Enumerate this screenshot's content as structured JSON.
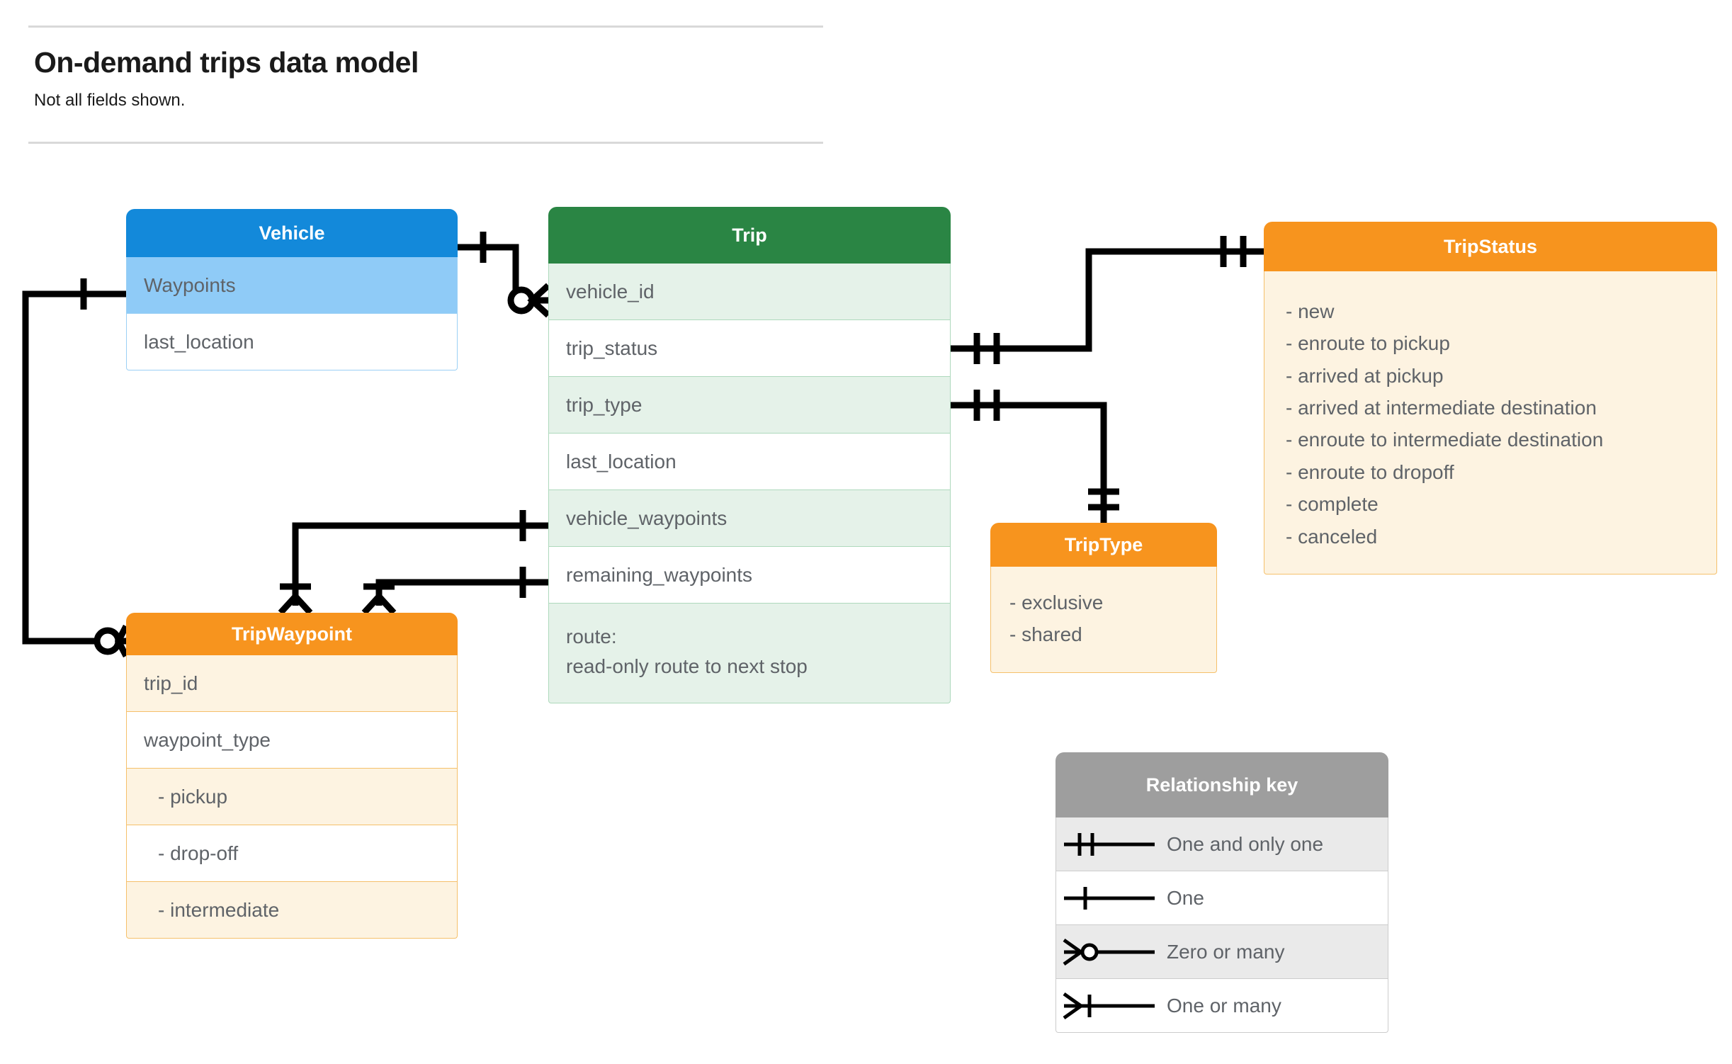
{
  "header": {
    "title": "On-demand trips data model",
    "subtitle": "Not all fields shown."
  },
  "entities": {
    "vehicle": {
      "name": "Vehicle",
      "color": "#1389da",
      "fields": [
        "Waypoints",
        "last_location"
      ]
    },
    "trip": {
      "name": "Trip",
      "color": "#2a8544",
      "fields": [
        "vehicle_id",
        "trip_status",
        "trip_type",
        "last_location",
        "vehicle_waypoints",
        "remaining_waypoints"
      ],
      "route_line1": "route:",
      "route_line2": "read-only route to next stop"
    },
    "trip_status": {
      "name": "TripStatus",
      "color": "#f7941e",
      "values": [
        "- new",
        "- enroute to pickup",
        "- arrived at pickup",
        "- arrived at intermediate destination",
        "- enroute to intermediate destination",
        "- enroute to dropoff",
        "- complete",
        "- canceled"
      ]
    },
    "trip_type": {
      "name": "TripType",
      "color": "#f7941e",
      "values": [
        "- exclusive",
        "- shared"
      ]
    },
    "trip_waypoint": {
      "name": "TripWaypoint",
      "color": "#f7941e",
      "fields": [
        "trip_id",
        "waypoint_type"
      ],
      "waypoint_types": [
        "-  pickup",
        "-  drop-off",
        "-  intermediate"
      ]
    }
  },
  "legend": {
    "title": "Relationship key",
    "items": [
      {
        "label": "One and only one",
        "symbol": "one-and-only-one-symbol"
      },
      {
        "label": "One",
        "symbol": "one-symbol"
      },
      {
        "label": "Zero or many",
        "symbol": "zero-or-many-symbol"
      },
      {
        "label": "One or many",
        "symbol": "one-or-many-symbol"
      }
    ]
  },
  "relationships": [
    {
      "from": "Vehicle",
      "from_card": "one",
      "to": "Trip.vehicle_id",
      "to_card": "zero or many"
    },
    {
      "from": "Vehicle.Waypoints",
      "from_card": "one",
      "to": "TripWaypoint",
      "to_card": "zero or many"
    },
    {
      "from": "Trip.trip_status",
      "from_card": "one and only one",
      "to": "TripStatus",
      "to_card": "one and only one"
    },
    {
      "from": "Trip.trip_type",
      "from_card": "one and only one",
      "to": "TripType",
      "to_card": "one and only one"
    },
    {
      "from": "Trip.vehicle_waypoints",
      "from_card": "one",
      "to": "TripWaypoint",
      "to_card": "one or many"
    },
    {
      "from": "Trip.remaining_waypoints",
      "from_card": "one",
      "to": "TripWaypoint",
      "to_card": "one or many"
    }
  ]
}
